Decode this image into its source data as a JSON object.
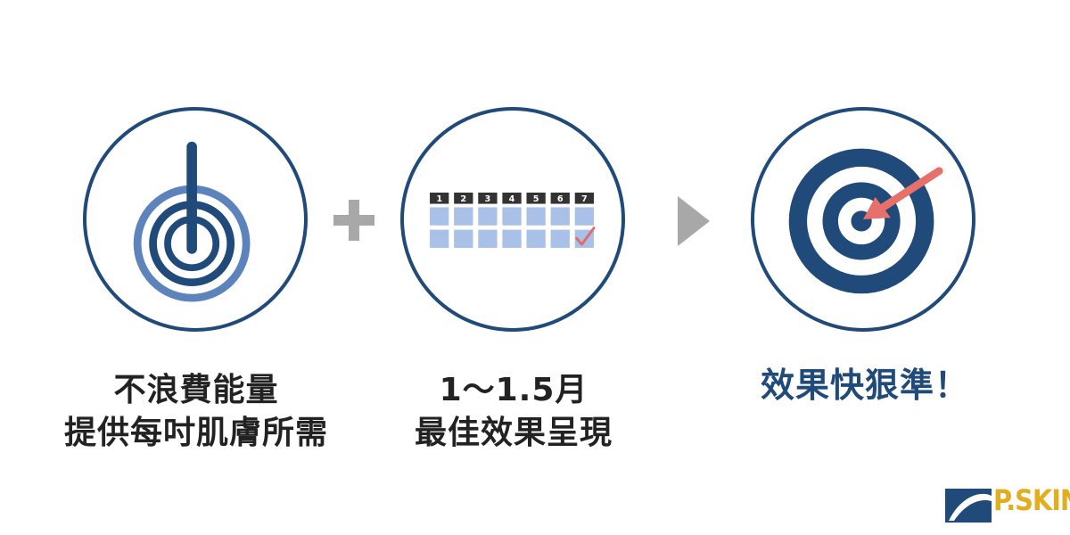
{
  "colors": {
    "dark_blue": "#1f4a7a",
    "mid_blue": "#4e74ad",
    "light_blue": "#a9c1e6",
    "gray_symbol": "#a8a8a8",
    "calendar_header": "#333333",
    "check_red": "#e26a6a",
    "arrow_salmon": "#e8706b",
    "logo_yellow": "#e0ae1f"
  },
  "icons": {
    "step1": "power-rings-icon",
    "step2": "calendar-icon",
    "step3": "target-icon",
    "plus": "plus-icon",
    "next": "play-triangle-icon"
  },
  "calendar": {
    "days": [
      "1",
      "2",
      "3",
      "4",
      "5",
      "6",
      "7"
    ],
    "checked_day": "7"
  },
  "captions": {
    "step1": [
      "不浪費能量",
      "提供每吋肌膚所需"
    ],
    "step2": [
      "1～1.5月",
      "最佳效果呈現"
    ],
    "result": "效果快狠準！"
  },
  "logo": {
    "text": "P.SKIN"
  }
}
